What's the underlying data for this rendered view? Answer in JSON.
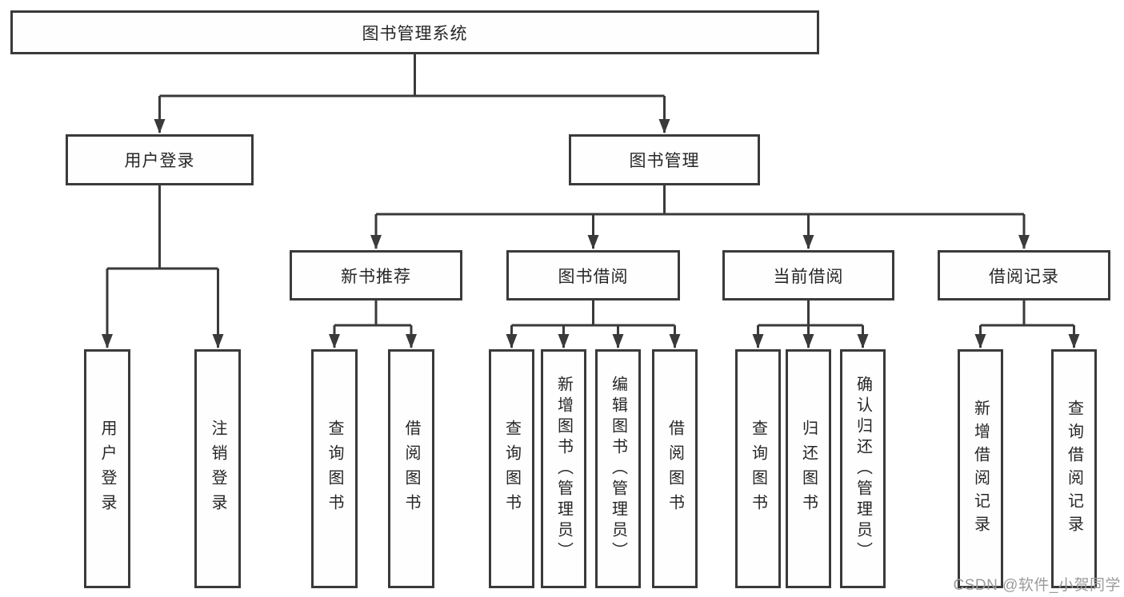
{
  "tree": {
    "root": "图书管理系统",
    "level1": [
      "用户登录",
      "图书管理"
    ],
    "level2": [
      "新书推荐",
      "图书借阅",
      "当前借阅",
      "借阅记录"
    ],
    "leaves": {
      "user": [
        "用户登录",
        "注销登录"
      ],
      "newbook": [
        "查询图书",
        "借阅图书"
      ],
      "borrow": [
        "查询图书",
        "新增图书（管理员）",
        "编辑图书（管理员）",
        "借阅图书"
      ],
      "current": [
        "查询图书",
        "归还图书",
        "确认归还（管理员）"
      ],
      "records": [
        "新增借阅记录",
        "查询借阅记录"
      ]
    }
  },
  "watermark": "CSDN @软件_小贺同学",
  "colors": {
    "line": "#3a3a3a",
    "box_border": "#3a3a3a",
    "box_fill": "#fefefe",
    "text": "#262626",
    "watermark": "#9b9b9b",
    "background": "#ffffff"
  }
}
